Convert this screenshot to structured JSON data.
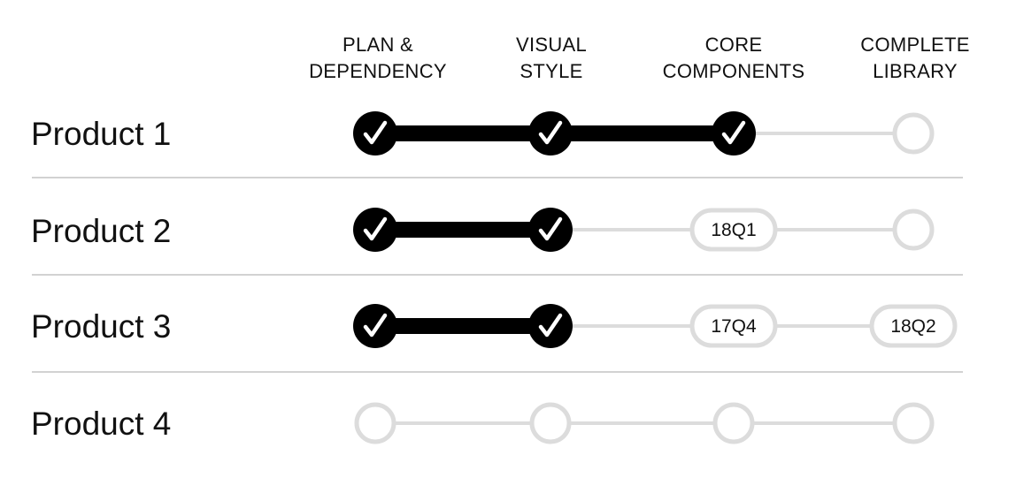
{
  "columns": [
    {
      "line1": "PLAN &",
      "line2": "DEPENDENCY"
    },
    {
      "line1": "VISUAL",
      "line2": "STYLE"
    },
    {
      "line1": "CORE",
      "line2": "COMPONENTS"
    },
    {
      "line1": "COMPLETE",
      "line2": "LIBRARY"
    }
  ],
  "products": [
    {
      "name": "Product 1",
      "stages": [
        {
          "status": "done",
          "label": ""
        },
        {
          "status": "done",
          "label": ""
        },
        {
          "status": "done",
          "label": ""
        },
        {
          "status": "pending",
          "label": ""
        }
      ]
    },
    {
      "name": "Product 2",
      "stages": [
        {
          "status": "done",
          "label": ""
        },
        {
          "status": "done",
          "label": ""
        },
        {
          "status": "scheduled",
          "label": "18Q1"
        },
        {
          "status": "pending",
          "label": ""
        }
      ]
    },
    {
      "name": "Product 3",
      "stages": [
        {
          "status": "done",
          "label": ""
        },
        {
          "status": "done",
          "label": ""
        },
        {
          "status": "scheduled",
          "label": "17Q4"
        },
        {
          "status": "scheduled",
          "label": "18Q2"
        }
      ]
    },
    {
      "name": "Product 4",
      "stages": [
        {
          "status": "pending",
          "label": ""
        },
        {
          "status": "pending",
          "label": ""
        },
        {
          "status": "pending",
          "label": ""
        },
        {
          "status": "pending",
          "label": ""
        }
      ]
    }
  ],
  "colors": {
    "done": "#000000",
    "pending": "#dcdcdc",
    "divider": "#d2d2d2"
  }
}
